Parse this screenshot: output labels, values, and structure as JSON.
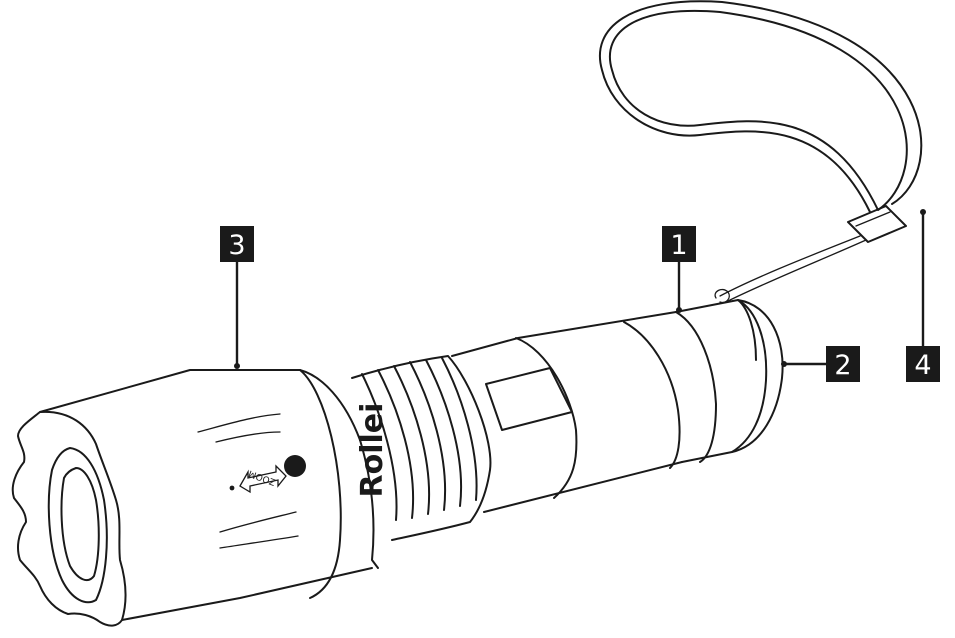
{
  "callouts": [
    {
      "id": "part-1",
      "label": "1"
    },
    {
      "id": "part-2",
      "label": "2"
    },
    {
      "id": "part-3",
      "label": "3"
    },
    {
      "id": "part-4",
      "label": "4"
    }
  ],
  "device": {
    "brand_logo": "Rollei",
    "zoom_marking": "ZOOM"
  }
}
